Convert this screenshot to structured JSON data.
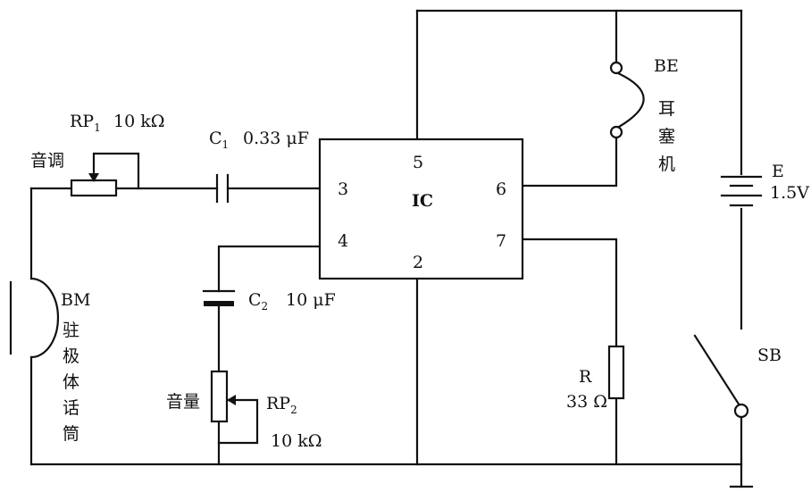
{
  "components": {
    "rp1": {
      "ref": "RP",
      "sub": "1",
      "value": "10 kΩ",
      "label": "音调"
    },
    "c1": {
      "ref": "C",
      "sub": "1",
      "value": "0.33 μF"
    },
    "c2": {
      "ref": "C",
      "sub": "2",
      "value": "10 μF"
    },
    "rp2": {
      "ref": "RP",
      "sub": "2",
      "value": "10 kΩ",
      "label": "音量"
    },
    "ic": {
      "ref": "IC",
      "pins": {
        "p2": "2",
        "p3": "3",
        "p4": "4",
        "p5": "5",
        "p6": "6",
        "p7": "7"
      }
    },
    "be": {
      "ref": "BE",
      "desc": [
        "耳",
        "塞",
        "机"
      ]
    },
    "battery": {
      "ref": "E",
      "value": "1.5V"
    },
    "r": {
      "ref": "R",
      "value": "33 Ω"
    },
    "sb": {
      "ref": "SB"
    },
    "bm": {
      "ref": "BM",
      "desc": [
        "驻",
        "极",
        "体",
        "话",
        "筒"
      ]
    }
  }
}
